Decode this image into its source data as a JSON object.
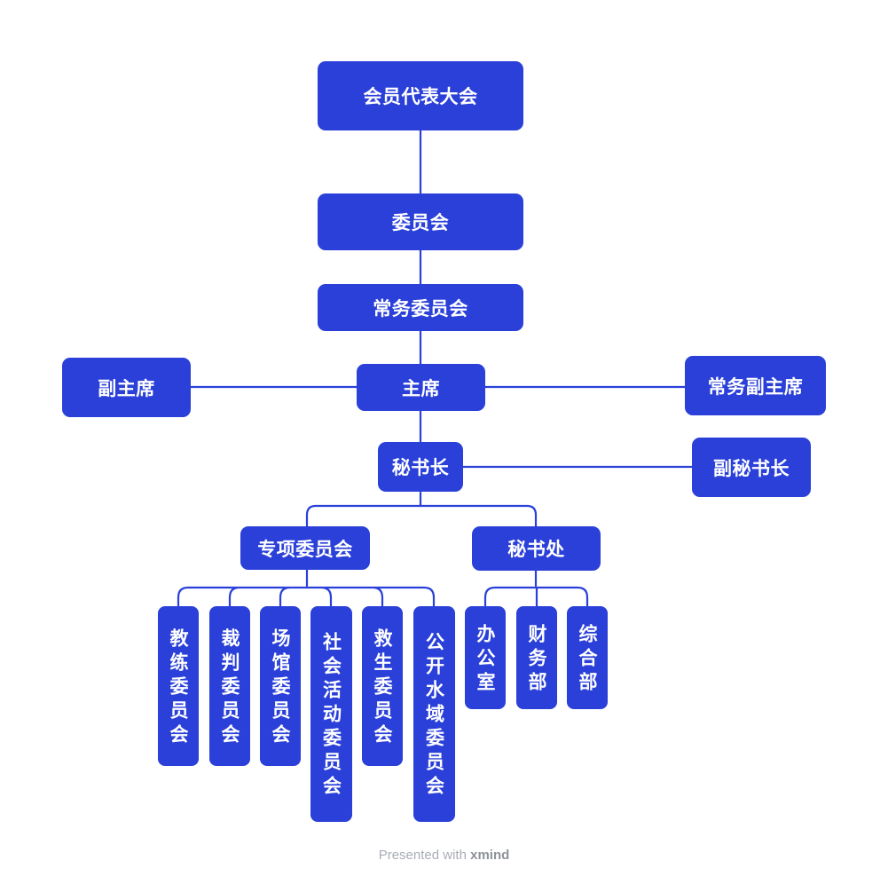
{
  "diagram": {
    "root": "会员代表大会",
    "committee": "委员会",
    "standing_committee": "常务委员会",
    "chair": "主席",
    "vice_chair": "副主席",
    "executive_vice_chair": "常务副主席",
    "secretary_general": "秘书长",
    "deputy_secretary_general": "副秘书长",
    "special_committees": {
      "label": "专项委员会",
      "children": [
        "教练委员会",
        "裁判委员会",
        "场馆委员会",
        "社会活动委员会",
        "救生委员会",
        "公开水域委员会"
      ]
    },
    "secretariat": {
      "label": "秘书处",
      "children": [
        "办公室",
        "财务部",
        "综合部"
      ]
    }
  },
  "colors": {
    "node_fill": "#2a40d8",
    "line": "#2a40d8",
    "text": "#ffffff"
  },
  "footer": {
    "prefix": "Presented with",
    "brand": "xmind"
  }
}
